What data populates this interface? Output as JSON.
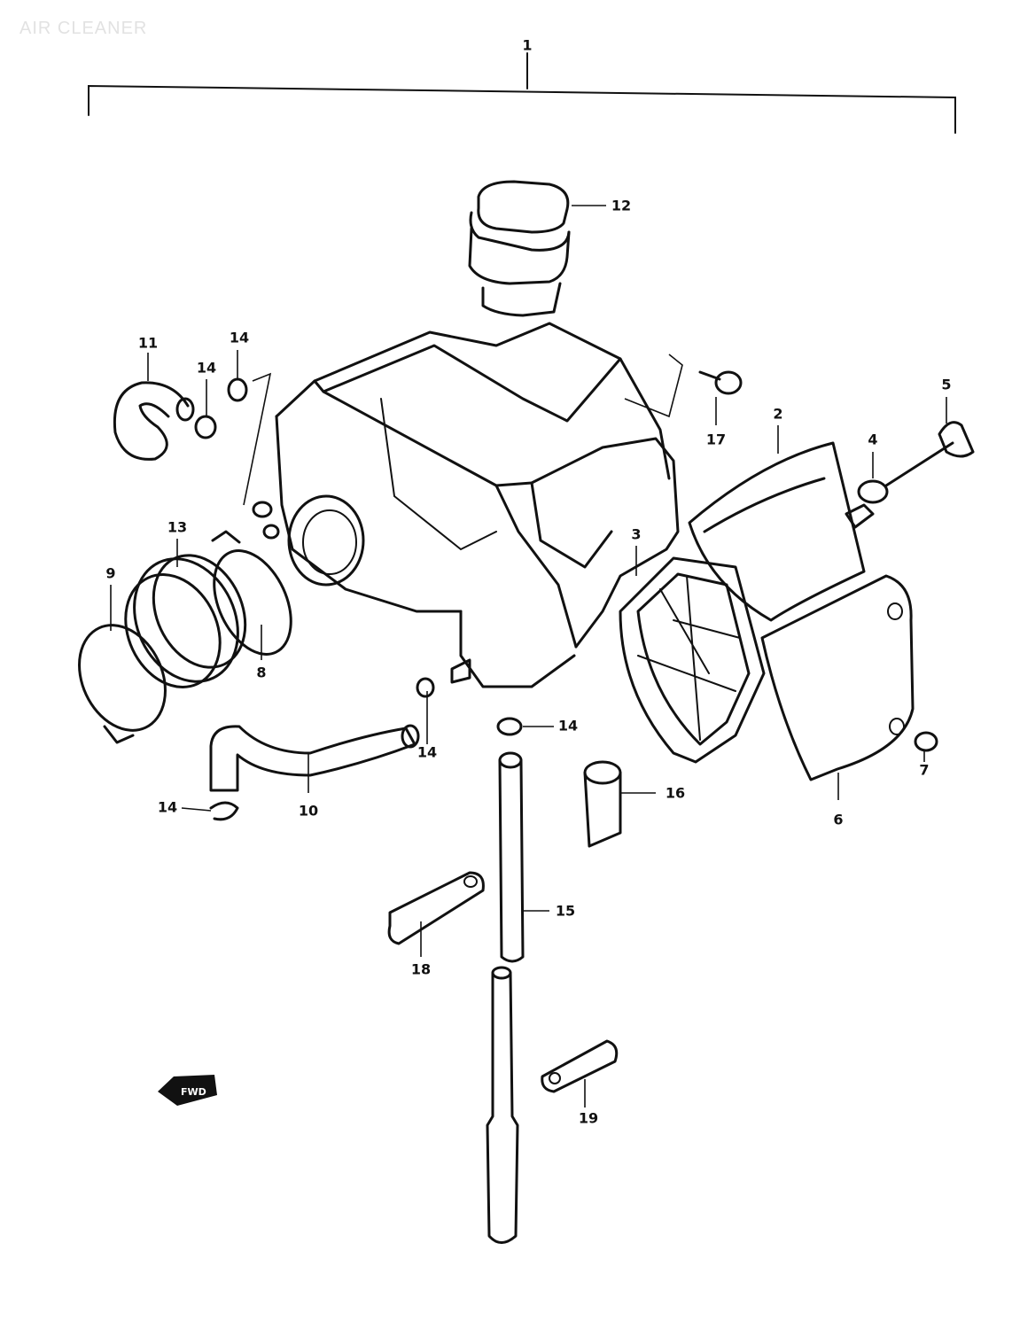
{
  "title": "AIR CLEANER",
  "direction_marker": "FWD",
  "callouts": {
    "c1": "1",
    "c2": "2",
    "c3": "3",
    "c4": "4",
    "c5": "5",
    "c6": "6",
    "c7": "7",
    "c8": "8",
    "c9": "9",
    "c10": "10",
    "c11": "11",
    "c12": "12",
    "c13": "13",
    "c14a": "14",
    "c14b": "14",
    "c14c": "14",
    "c14d": "14",
    "c14e": "14",
    "c15": "15",
    "c16": "16",
    "c17": "17",
    "c18": "18",
    "c19": "19"
  }
}
